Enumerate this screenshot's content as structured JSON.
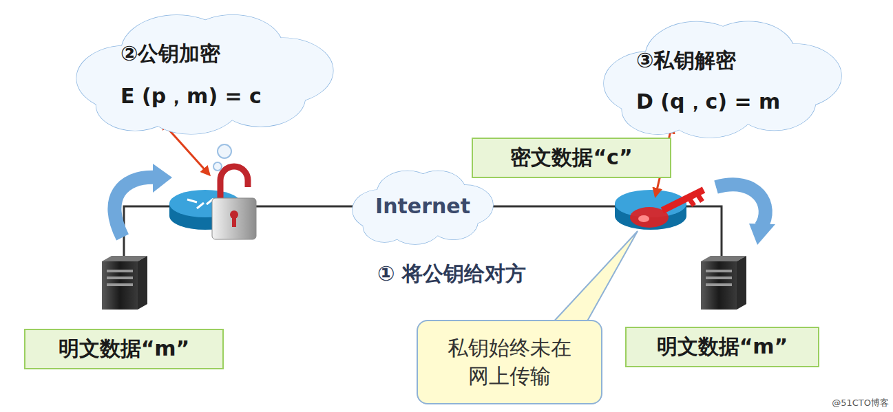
{
  "diagram": {
    "nodes": [
      {
        "text": [
          "②公钥加密",
          "E (p，m) = c"
        ]
      },
      {
        "text": [
          "③私钥解密",
          "D (q，c) = m"
        ]
      },
      {
        "text": [
          "Internet"
        ]
      },
      {
        "text": [
          "密文数据“c”"
        ]
      },
      {
        "text": [
          "明文数据“m”"
        ]
      },
      {
        "text": [
          "明文数据“m”"
        ]
      },
      {
        "text": [
          "私钥始终未在网上传输"
        ]
      }
    ],
    "labels": [
      "① 将公钥给对方",
      "@51CTO博客"
    ]
  }
}
